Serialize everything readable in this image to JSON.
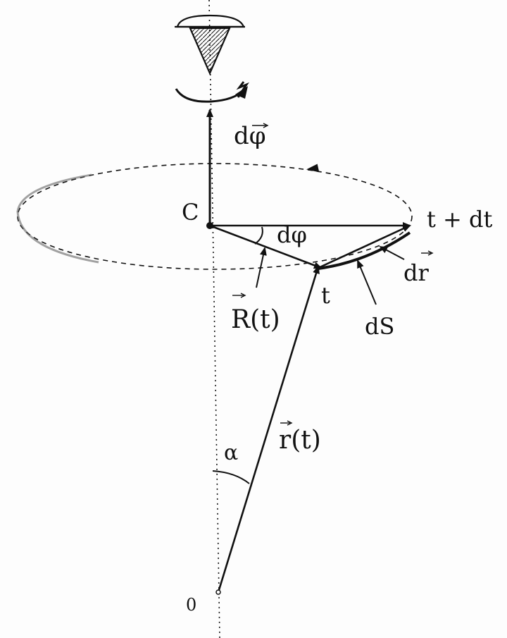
{
  "labels": {
    "d_phi_vector": "dφ",
    "center": "C",
    "d_phi_angle": "dφ",
    "t_plus_dt": "t + dt",
    "t": "t",
    "R_t": "R(t)",
    "dr": "dr",
    "dS": "dS",
    "r_t": "r(t)",
    "alpha": "α",
    "origin": "0"
  },
  "colors": {
    "ink": "#111111",
    "paper": "#fdfdfd"
  },
  "icons": {
    "screw": "screw-icon",
    "rotation": "rotation-arrow-icon"
  }
}
